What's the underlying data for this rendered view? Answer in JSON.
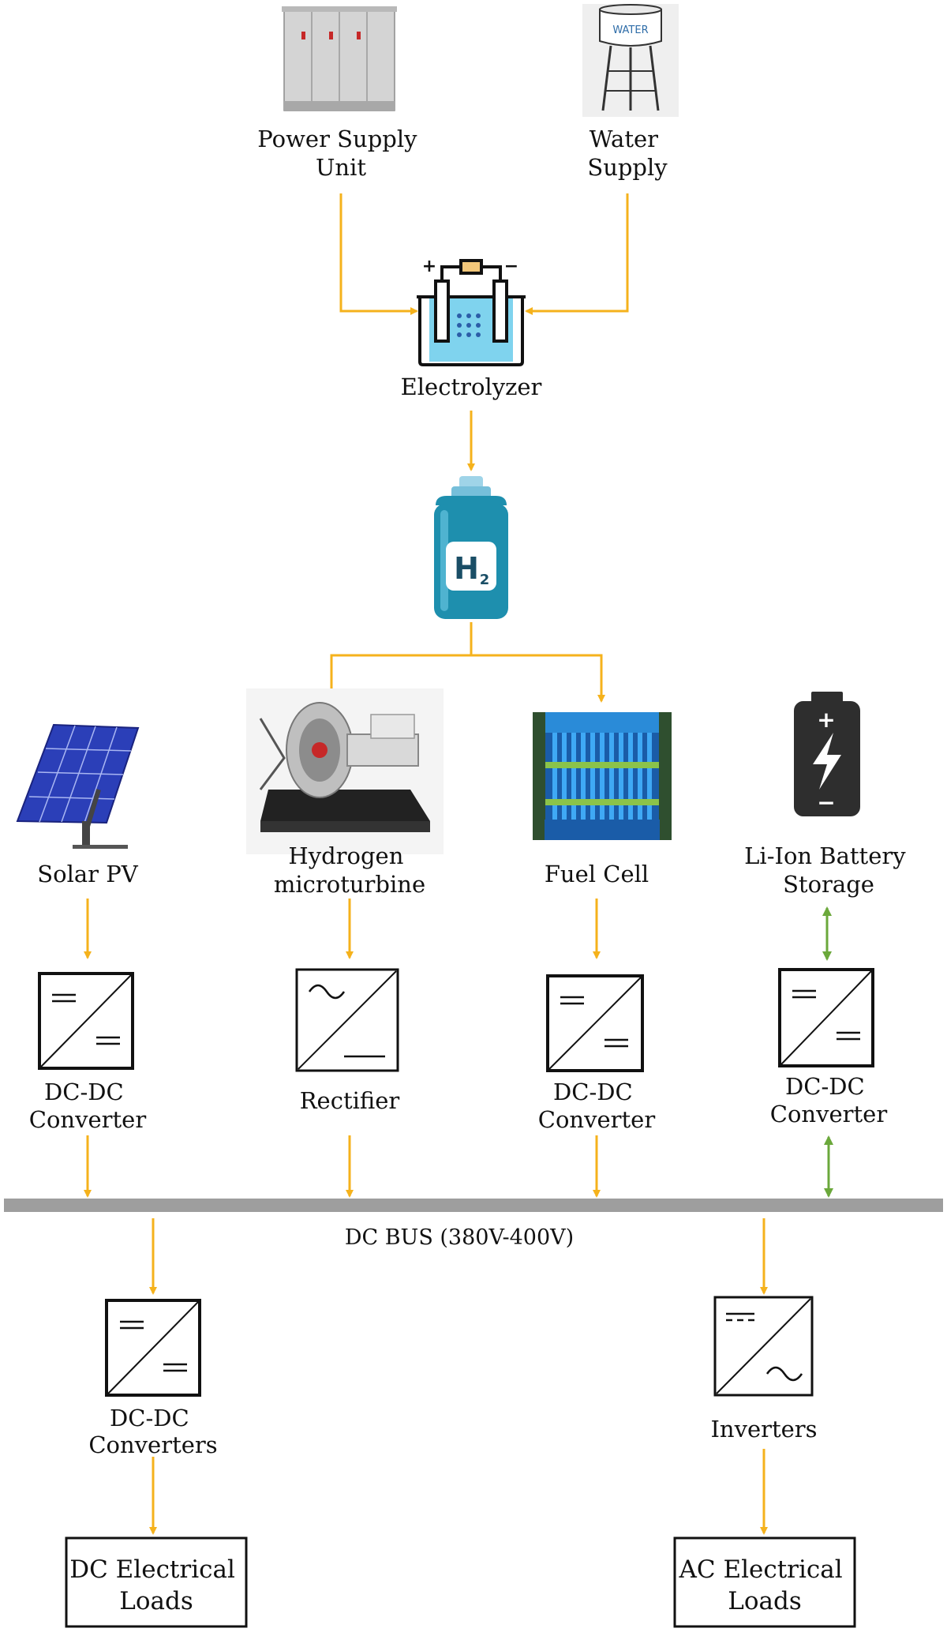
{
  "nodes": {
    "power_supply": {
      "line1": "Power Supply",
      "line2": "Unit",
      "icon": "power-cabinet-icon"
    },
    "water_supply": {
      "line1": "Water",
      "line2": "Supply",
      "icon": "water-tower-icon",
      "tower_text": "WATER"
    },
    "electrolyzer": {
      "label": "Electrolyzer",
      "icon": "electrolyzer-icon",
      "plus": "+",
      "minus": "−"
    },
    "hydrogen_tank": {
      "icon": "hydrogen-cylinder-icon",
      "symbol": "H",
      "subscript": "2"
    },
    "solar_pv": {
      "label": "Solar PV",
      "icon": "solar-panel-icon"
    },
    "microturbine": {
      "line1": "Hydrogen",
      "line2": "microturbine",
      "icon": "microturbine-icon"
    },
    "fuel_cell": {
      "label": "Fuel Cell",
      "icon": "fuel-cell-stack-icon"
    },
    "battery": {
      "line1": "Li-Ion Battery",
      "line2": "Storage",
      "icon": "battery-icon",
      "plus": "+",
      "minus": "−"
    }
  },
  "converters": {
    "solar_dcdc": {
      "line1": "DC-DC",
      "line2": "Converter",
      "symbol": "dc-dc"
    },
    "rectifier": {
      "label": "Rectifier",
      "symbol": "ac-dc"
    },
    "fuelcell_dcdc": {
      "line1": "DC-DC",
      "line2": "Converter",
      "symbol": "dc-dc"
    },
    "battery_dcdc": {
      "line1": "DC-DC",
      "line2": "Converter",
      "symbol": "dc-dc"
    },
    "load_dcdc": {
      "line1": "DC-DC",
      "line2": "Converters",
      "symbol": "dc-dc"
    },
    "inverter": {
      "label": "Inverters",
      "symbol": "dc-ac"
    }
  },
  "bus": {
    "label": "DC BUS (380V-400V)"
  },
  "loads": {
    "dc": {
      "line1": "DC Electrical",
      "line2": "Loads"
    },
    "ac": {
      "line1": "AC Electrical",
      "line2": "Loads"
    }
  },
  "colors": {
    "flow_arrow": "#F5B21C",
    "bidirectional_arrow": "#6BA83B",
    "bus": "#9E9E9E",
    "tank": "#1E8FAE",
    "solar": "#2B3FB8",
    "battery": "#2E2E2E",
    "fuel_cell": "#2A8BD8"
  }
}
